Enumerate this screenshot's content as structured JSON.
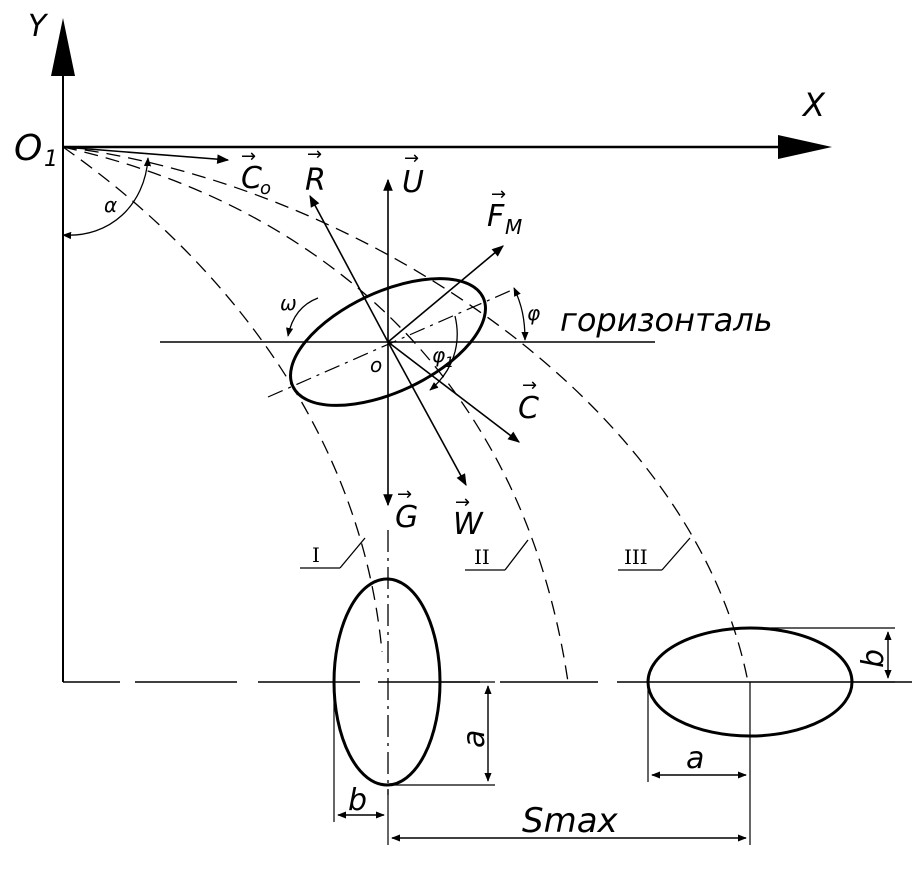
{
  "axes": {
    "y_label": "Y",
    "x_label": "X",
    "origin_label": "O",
    "origin_subscript": "1"
  },
  "vectors": {
    "c0": {
      "letter": "C",
      "subscript": "o"
    },
    "r": {
      "letter": "R"
    },
    "u": {
      "letter": "U"
    },
    "fm": {
      "letter": "F",
      "subscript": "M"
    },
    "c": {
      "letter": "C"
    },
    "w": {
      "letter": "W"
    },
    "g": {
      "letter": "G"
    },
    "arrow_mark": "→"
  },
  "angles": {
    "alpha": "α",
    "omega": "ω",
    "phi": "φ",
    "phi1": "φ",
    "phi1_subscript": "1"
  },
  "center_label": "o",
  "horizontal_label": "горизонталь",
  "trajectories": [
    "I",
    "II",
    "III"
  ],
  "dimensions": {
    "a": "a",
    "b": "b",
    "smax": "Smax"
  }
}
